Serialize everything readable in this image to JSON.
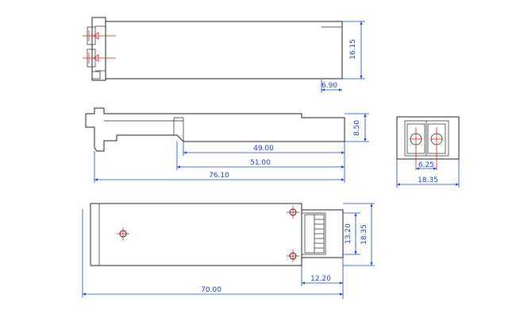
{
  "drawing": {
    "top_view": {
      "width_dim": "16.15",
      "nose_dim": "6.90"
    },
    "side_view": {
      "height_dim": "8.50",
      "dims": [
        "49.00",
        "51.00",
        "76.10"
      ]
    },
    "front_view": {
      "pitch_dim": "6.25",
      "width_dim": "18.35"
    },
    "bottom_view": {
      "inner_dim": "13.20",
      "outer_dim": "18.35",
      "depth_dim": "12.20",
      "length_dim": "70.00"
    }
  }
}
